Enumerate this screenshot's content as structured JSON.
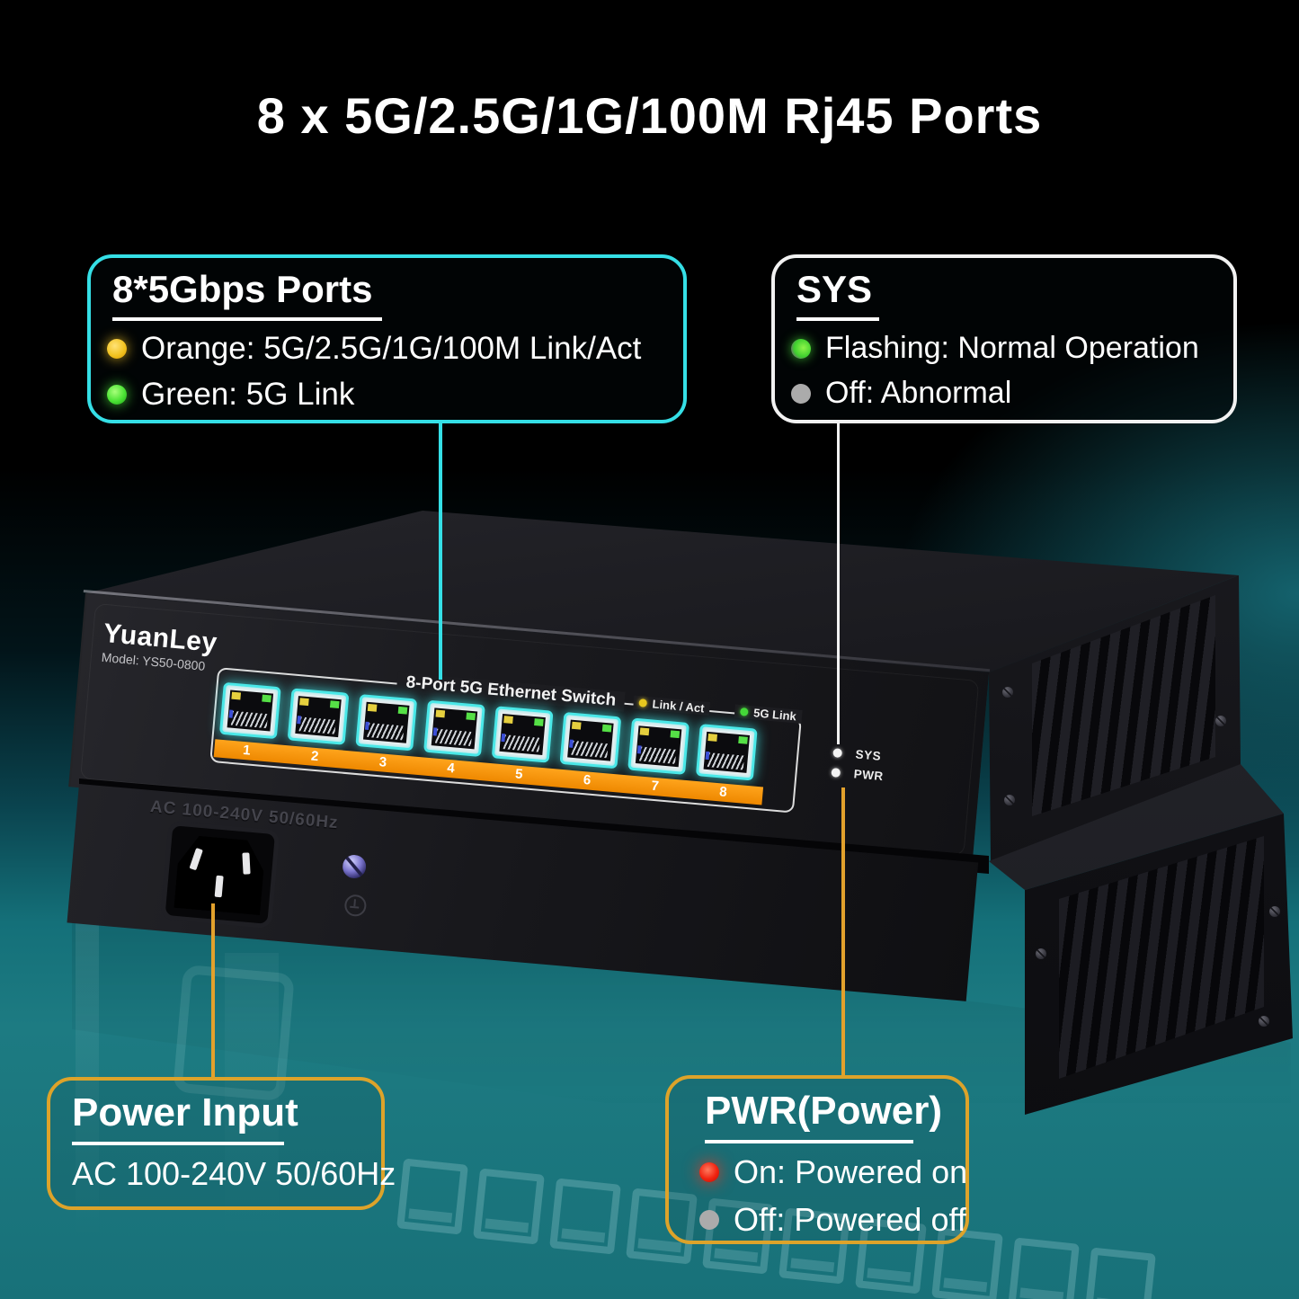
{
  "title": "8 x 5G/2.5G/1G/100M Rj45 Ports",
  "callouts": {
    "ports": {
      "heading": "8*5Gbps Ports",
      "items": [
        {
          "color": "orange",
          "label": "Orange: 5G/2.5G/1G/100M Link/Act"
        },
        {
          "color": "green",
          "label": "Green: 5G Link"
        }
      ]
    },
    "sys": {
      "heading": "SYS",
      "items": [
        {
          "color": "green",
          "label": "Flashing: Normal Operation"
        },
        {
          "color": "gray",
          "label": "Off: Abnormal"
        }
      ]
    },
    "power_input": {
      "heading": "Power Input",
      "value": "AC 100-240V 50/60Hz"
    },
    "pwr": {
      "heading": "PWR(Power)",
      "items": [
        {
          "color": "red",
          "label": "On: Powered on"
        },
        {
          "color": "gray",
          "label": "Off: Powered off"
        }
      ]
    }
  },
  "device": {
    "brand": "YuanLey",
    "model": "Model: YS50-0800",
    "panel_title": "8-Port 5G Ethernet Switch",
    "legend": [
      {
        "color": "yellow",
        "label": "Link / Act"
      },
      {
        "color": "green",
        "label": "5G Link"
      }
    ],
    "port_numbers": [
      "1",
      "2",
      "3",
      "4",
      "5",
      "6",
      "7",
      "8"
    ],
    "status_leds": [
      "SYS",
      "PWR"
    ],
    "rear_label": "AC 100-240V 50/60Hz"
  },
  "colors": {
    "callout_cyan": "#35dfe6",
    "callout_white": "#f2f2f2",
    "callout_gold": "#dda32a",
    "port_glow_cyan": "#4ae8e8",
    "port_strip_orange": "#f08c00",
    "led_yellow": "#e8c81e",
    "led_green": "#3fd636",
    "led_red": "#e81408",
    "led_gray": "#ababab",
    "floor_teal": "#1d7a82"
  }
}
